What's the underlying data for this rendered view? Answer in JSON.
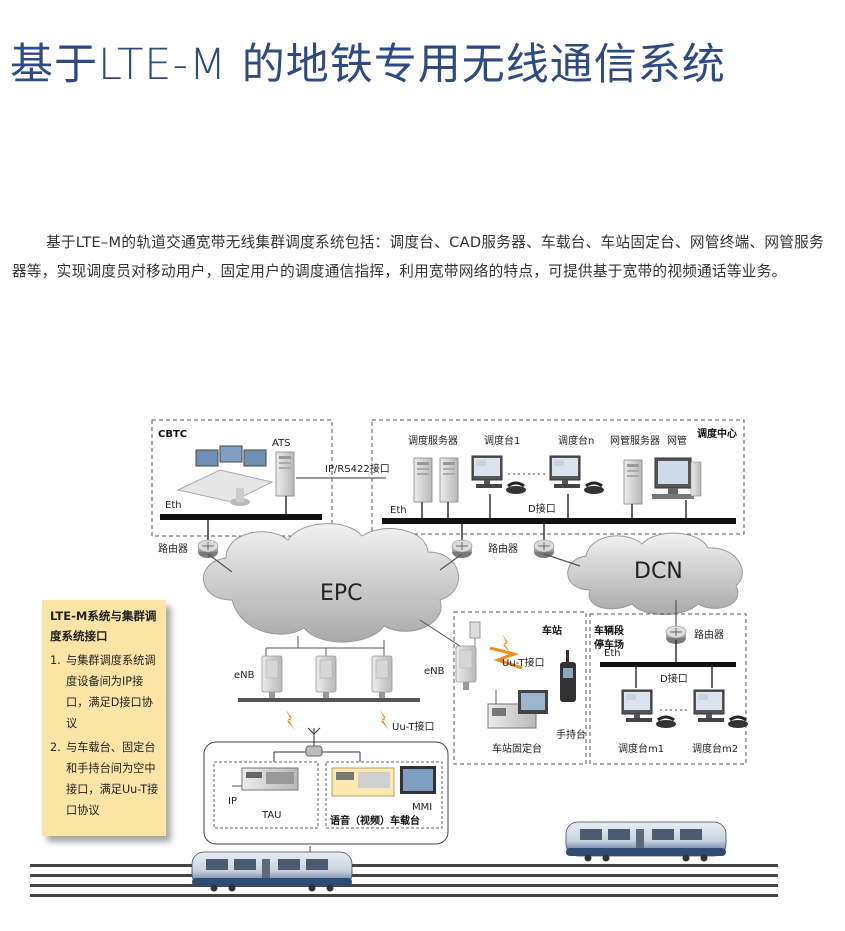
{
  "page_title": "基于LTE-M 的地铁专用无线通信系统",
  "intro_text": "基于LTE–M的轨道交通宽带无线集群调度系统包括：调度台、CAD服务器、车载台、车站固定台、网管终端、网管服务器等，实现调度员对移动用户，固定用户的调度通信指挥，利用宽带网络的特点，可提供基于宽带的视频通话等业务。",
  "diagram": {
    "cbtc": {
      "title": "CBTC",
      "ats": "ATS",
      "eth": "Eth"
    },
    "link_label": "IP/RS422接口",
    "dispatch_center": {
      "title": "调度中心",
      "server": "调度服务器",
      "console1": "调度台1",
      "consolen": "调度台n",
      "nms_server": "网管服务器",
      "nms": "网管",
      "eth": "Eth",
      "d_interface": "D接口"
    },
    "router_left": "路由器",
    "router_mid": "路由器",
    "epc": "EPC",
    "dcn": "DCN",
    "enb_left": "eNB",
    "enb_station": "eNB",
    "uu_station": "Uu-T接口",
    "uu_train": "Uu-T接口",
    "station": {
      "title": "车站",
      "fixed": "车站固定台",
      "handheld": "手持台"
    },
    "depot": {
      "title_l1": "车辆段",
      "title_l2": "停车场",
      "router": "路由器",
      "eth": "Eth",
      "d_interface": "D接口",
      "console_m1": "调度台m1",
      "console_m2": "调度台m2"
    },
    "onboard": {
      "ip": "IP",
      "tau": "TAU",
      "mmi": "MMI",
      "radio": "语音（视频）车载台"
    }
  },
  "note": {
    "heading": "LTE-M系统与集群调度系统接口",
    "items": [
      {
        "num": "1.",
        "text": "与集群调度系统调度设备间为IP接口，满足D接口协议"
      },
      {
        "num": "2.",
        "text": "与车载台、固定台和手持台间为空中接口，满足Uu-T接口协议"
      }
    ]
  },
  "colors": {
    "title": "#2e4a80",
    "note_bg": "#fbe4a6",
    "signal": "#f08a1c",
    "cloud": "#c9c9c9",
    "train": "#3b5d8f"
  }
}
